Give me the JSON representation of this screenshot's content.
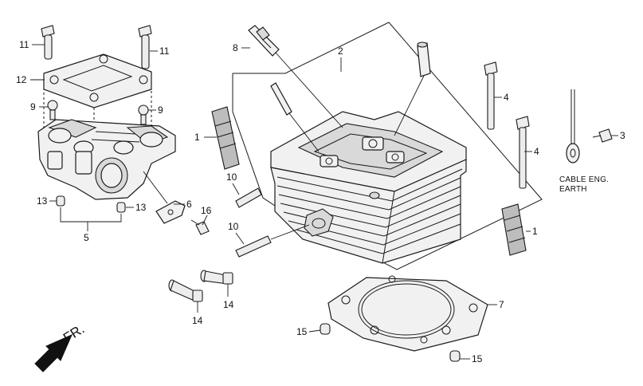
{
  "callouts": {
    "p1a": "1",
    "p1b": "1",
    "p2": "2",
    "p3": "3",
    "p4a": "4",
    "p4b": "4",
    "p5": "5",
    "p6": "6",
    "p7": "7",
    "p8": "8",
    "p9a": "9",
    "p9b": "9",
    "p10a": "10",
    "p10b": "10",
    "p11a": "11",
    "p11b": "11",
    "p12": "12",
    "p13a": "13",
    "p13b": "13",
    "p14a": "14",
    "p14b": "14",
    "p15a": "15",
    "p15b": "15",
    "p16": "16"
  },
  "cable_label": {
    "line1": "CABLE ENG.",
    "line2": "EARTH"
  },
  "direction_label": "FR."
}
